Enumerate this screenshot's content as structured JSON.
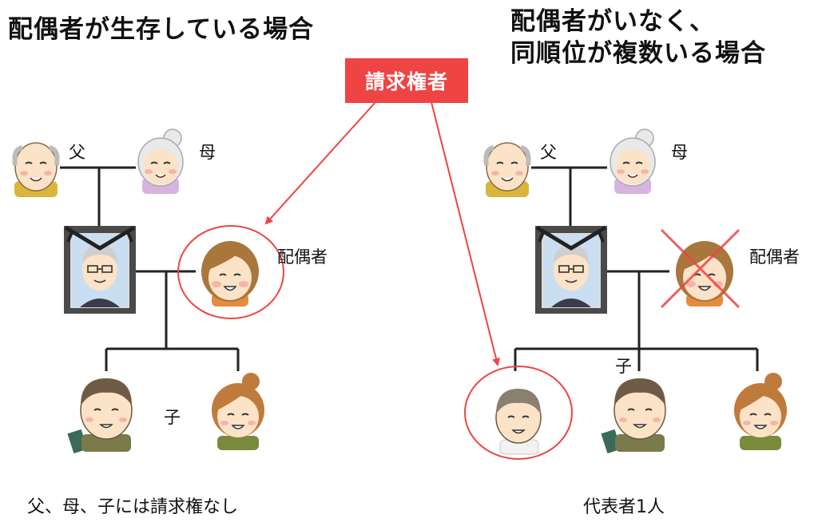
{
  "left": {
    "title": "配偶者が生存している場合",
    "labels": {
      "father": "父",
      "mother": "母",
      "spouse": "配偶者",
      "child": "子"
    },
    "caption": "父、母、子には請求権なし"
  },
  "right": {
    "title_line1": "配偶者がいなく、",
    "title_line2": "同順位が複数いる場合",
    "labels": {
      "father": "父",
      "mother": "母",
      "spouse": "配偶者",
      "child": "子"
    },
    "caption": "代表者1人"
  },
  "badge": {
    "text": "請求権者",
    "color": "#ee4444"
  },
  "colors": {
    "accent": "#ee4444",
    "line": "#222222",
    "skin": "#fce3c7",
    "hair_brown": "#a9763c",
    "frame": "#4a4a4a"
  },
  "icons": [
    "grandfather-icon",
    "grandmother-icon",
    "deceased-portrait-icon",
    "woman-icon",
    "man-icon",
    "girl-icon",
    "boy-icon",
    "cross-mark-icon"
  ]
}
